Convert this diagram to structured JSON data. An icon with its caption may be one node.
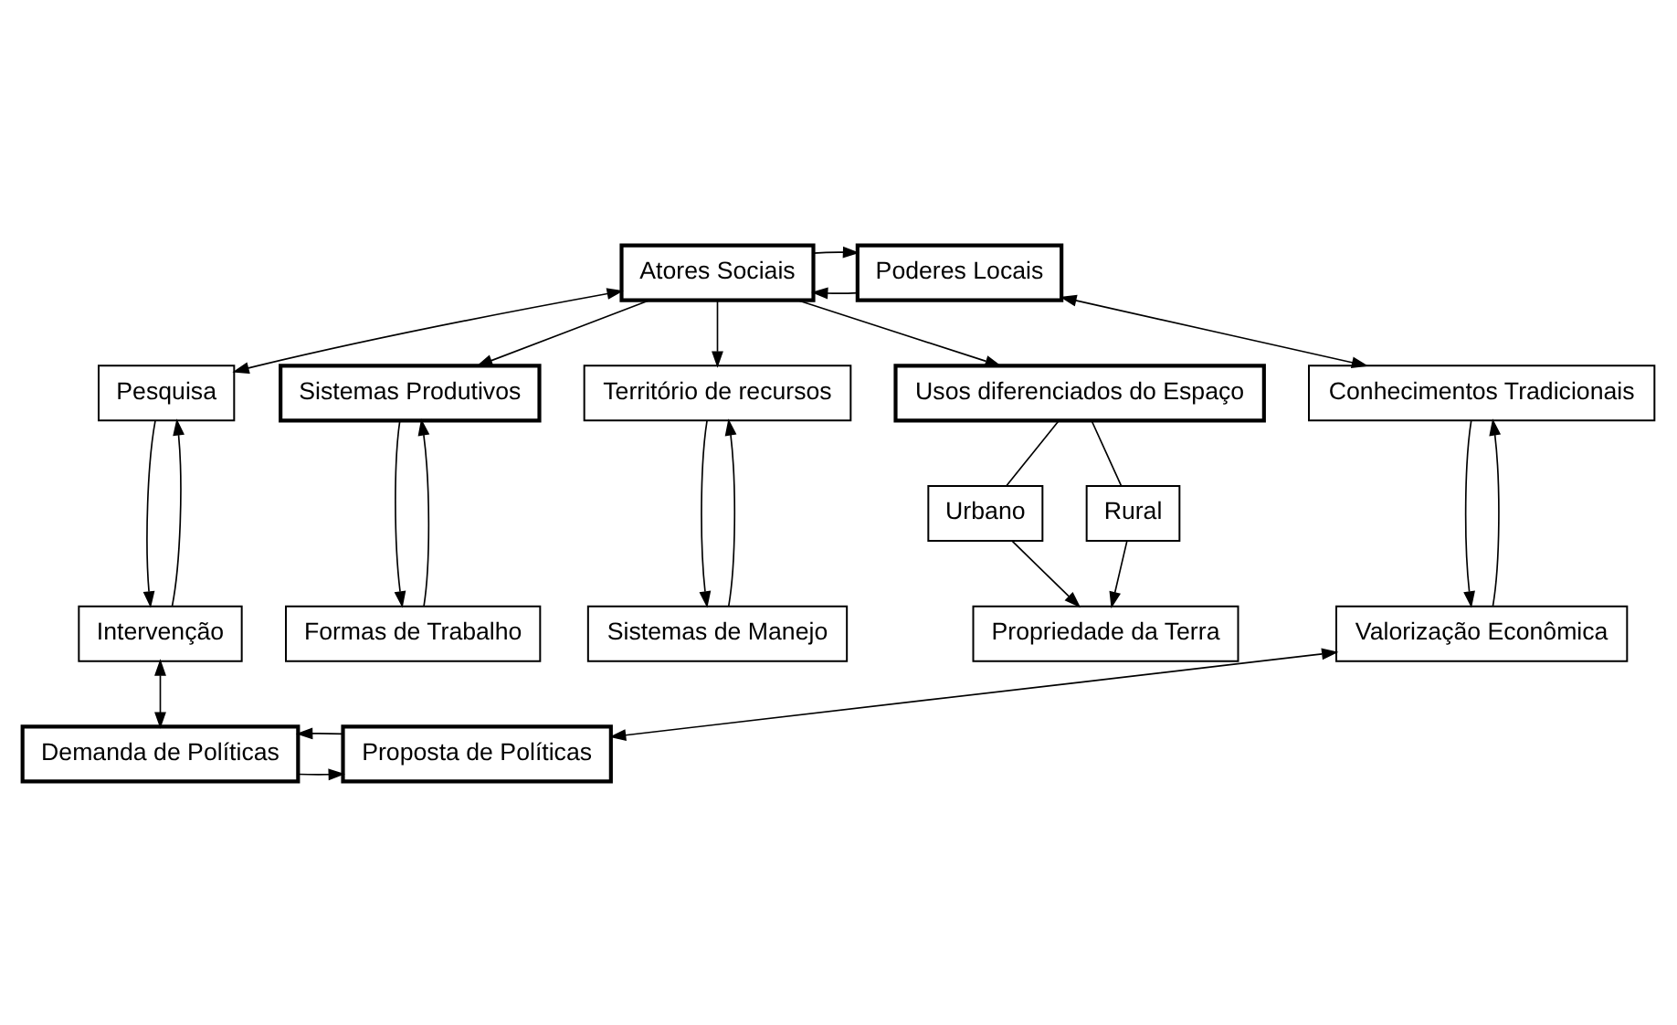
{
  "diagram": {
    "nodes": [
      {
        "text": [
          "Atores Sociais"
        ]
      },
      {
        "text": [
          "Poderes Locais"
        ]
      },
      {
        "text": [
          "Pesquisa"
        ]
      },
      {
        "text": [
          "Sistemas Produtivos"
        ]
      },
      {
        "text": [
          "Território de recursos"
        ]
      },
      {
        "text": [
          "Usos diferenciados do Espaço"
        ]
      },
      {
        "text": [
          "Conhecimentos Tradicionais"
        ]
      },
      {
        "text": [
          "Urbano"
        ]
      },
      {
        "text": [
          "Rural"
        ]
      },
      {
        "text": [
          "Intervenção"
        ]
      },
      {
        "text": [
          "Formas de Trabalho"
        ]
      },
      {
        "text": [
          "Sistemas de Manejo"
        ]
      },
      {
        "text": [
          "Propriedade da Terra"
        ]
      },
      {
        "text": [
          "Valorização Econômica"
        ]
      },
      {
        "text": [
          "Demanda de Políticas"
        ]
      },
      {
        "text": [
          "Proposta de Políticas"
        ]
      }
    ],
    "edges": [
      {
        "from": 1,
        "to": 0,
        "arrow": "to"
      },
      {
        "from": 0,
        "to": 1,
        "arrow": "to"
      },
      {
        "from": 0,
        "to": 2,
        "arrow": "both"
      },
      {
        "from": 1,
        "to": 6,
        "arrow": "both"
      },
      {
        "from": 0,
        "to": 3,
        "arrow": "to"
      },
      {
        "from": 0,
        "to": 4,
        "arrow": "to"
      },
      {
        "from": 0,
        "to": 5,
        "arrow": "to"
      },
      {
        "from": 9,
        "to": 2,
        "arrow": "to"
      },
      {
        "from": 2,
        "to": 9,
        "arrow": "to"
      },
      {
        "from": 10,
        "to": 3,
        "arrow": "to"
      },
      {
        "from": 3,
        "to": 10,
        "arrow": "to"
      },
      {
        "from": 11,
        "to": 4,
        "arrow": "to"
      },
      {
        "from": 4,
        "to": 11,
        "arrow": "to"
      },
      {
        "from": 5,
        "to": 7,
        "arrow": "none"
      },
      {
        "from": 5,
        "to": 8,
        "arrow": "none"
      },
      {
        "from": 7,
        "to": 12,
        "arrow": "to"
      },
      {
        "from": 8,
        "to": 12,
        "arrow": "to"
      },
      {
        "from": 13,
        "to": 6,
        "arrow": "to"
      },
      {
        "from": 6,
        "to": 13,
        "arrow": "to"
      },
      {
        "from": 9,
        "to": 14,
        "arrow": "both"
      },
      {
        "from": 14,
        "to": 15,
        "arrow": "to"
      },
      {
        "from": 15,
        "to": 14,
        "arrow": "to"
      },
      {
        "from": 15,
        "to": 13,
        "arrow": "both"
      }
    ]
  }
}
